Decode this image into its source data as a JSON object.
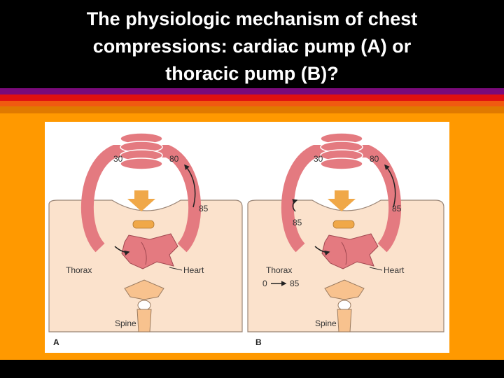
{
  "title": {
    "lines": [
      "The physiologic mechanism of chest",
      "compressions:  cardiac pump (A) or",
      "thoracic pump (B)?"
    ]
  },
  "colors": {
    "background": "#000000",
    "content": "#ff9900",
    "band_purple": "#7a0a7a",
    "band_red": "#e01010",
    "band_orange_red": "#f05a10",
    "band_amber": "#e07a00",
    "vessel": "#e47a80",
    "thorax": "#fbe2cc",
    "arrow": "#f0a848"
  },
  "panel_a": {
    "letter": "A",
    "left_pressure": "30",
    "right_pressure": "80",
    "heart_pressure": "85",
    "thorax_label": "Thorax",
    "heart_label": "Heart",
    "spine_label": "Spine"
  },
  "panel_b": {
    "letter": "B",
    "left_pressure": "30",
    "right_pressure": "80",
    "heart_pressure": "85",
    "venous_pressure": "85",
    "thorax_label": "Thorax",
    "thorax_change_from": "0",
    "thorax_change_to": "85",
    "heart_label": "Heart",
    "spine_label": "Spine"
  }
}
